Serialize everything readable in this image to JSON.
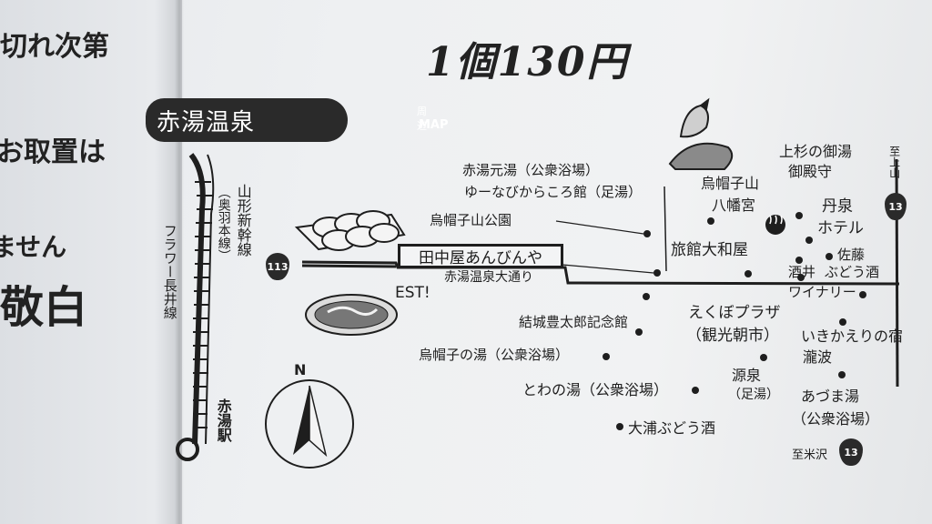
{
  "left_page": {
    "line1": "切れ次第",
    "line2": "お取置は",
    "line3": "ません",
    "line4": "敬白"
  },
  "price": "1個130円",
  "banner": {
    "title": "赤湯温泉",
    "sub": "周辺",
    "map": "MAP"
  },
  "route_signs": [
    "113",
    "13",
    "13"
  ],
  "north": "N",
  "lines": {
    "flower": "フラワー長井線",
    "shinkansen": "山形新幹線",
    "ou": "（奥羽本線）"
  },
  "station": "赤湯駅",
  "street": "赤湯温泉大通り",
  "store": "田中屋あんびんや",
  "est": "EST!",
  "places": {
    "akayu_moto": "赤湯元湯（公衆浴場）",
    "yunabi": "ゆーなびからころ館（足湯）",
    "eboshiyama_park": "烏帽子山公園",
    "eboshiyama_hachiman_1": "烏帽子山",
    "eboshiyama_hachiman_2": "八幡宮",
    "uesugi_1": "上杉の御湯",
    "uesugi_2": "御殿守",
    "tansen_1": "丹泉",
    "tansen_2": "ホテル",
    "yamato": "旅館大和屋",
    "sato": "佐藤",
    "budo": "ぶどう酒",
    "sakai": "酒井",
    "winery": "ワイナリー",
    "yuki": "結城豊太郎記念館",
    "ekubo_1": "えくぼプラザ",
    "ekubo_2": "（観光朝市）",
    "eboshiko": "烏帽子の湯（公衆浴場）",
    "ikikaeri": "いきかえりの宿",
    "takinami": "瀧波",
    "towa": "とわの湯（公衆浴場）",
    "gensen_1": "源泉",
    "gensen_2": "（足湯）",
    "azuma_1": "あづま湯",
    "azuma_2": "（公衆浴場）",
    "oura": "大浦ぶどう酒",
    "to_kaminoyama": "至上山",
    "to_yonezawa": "至米沢"
  }
}
